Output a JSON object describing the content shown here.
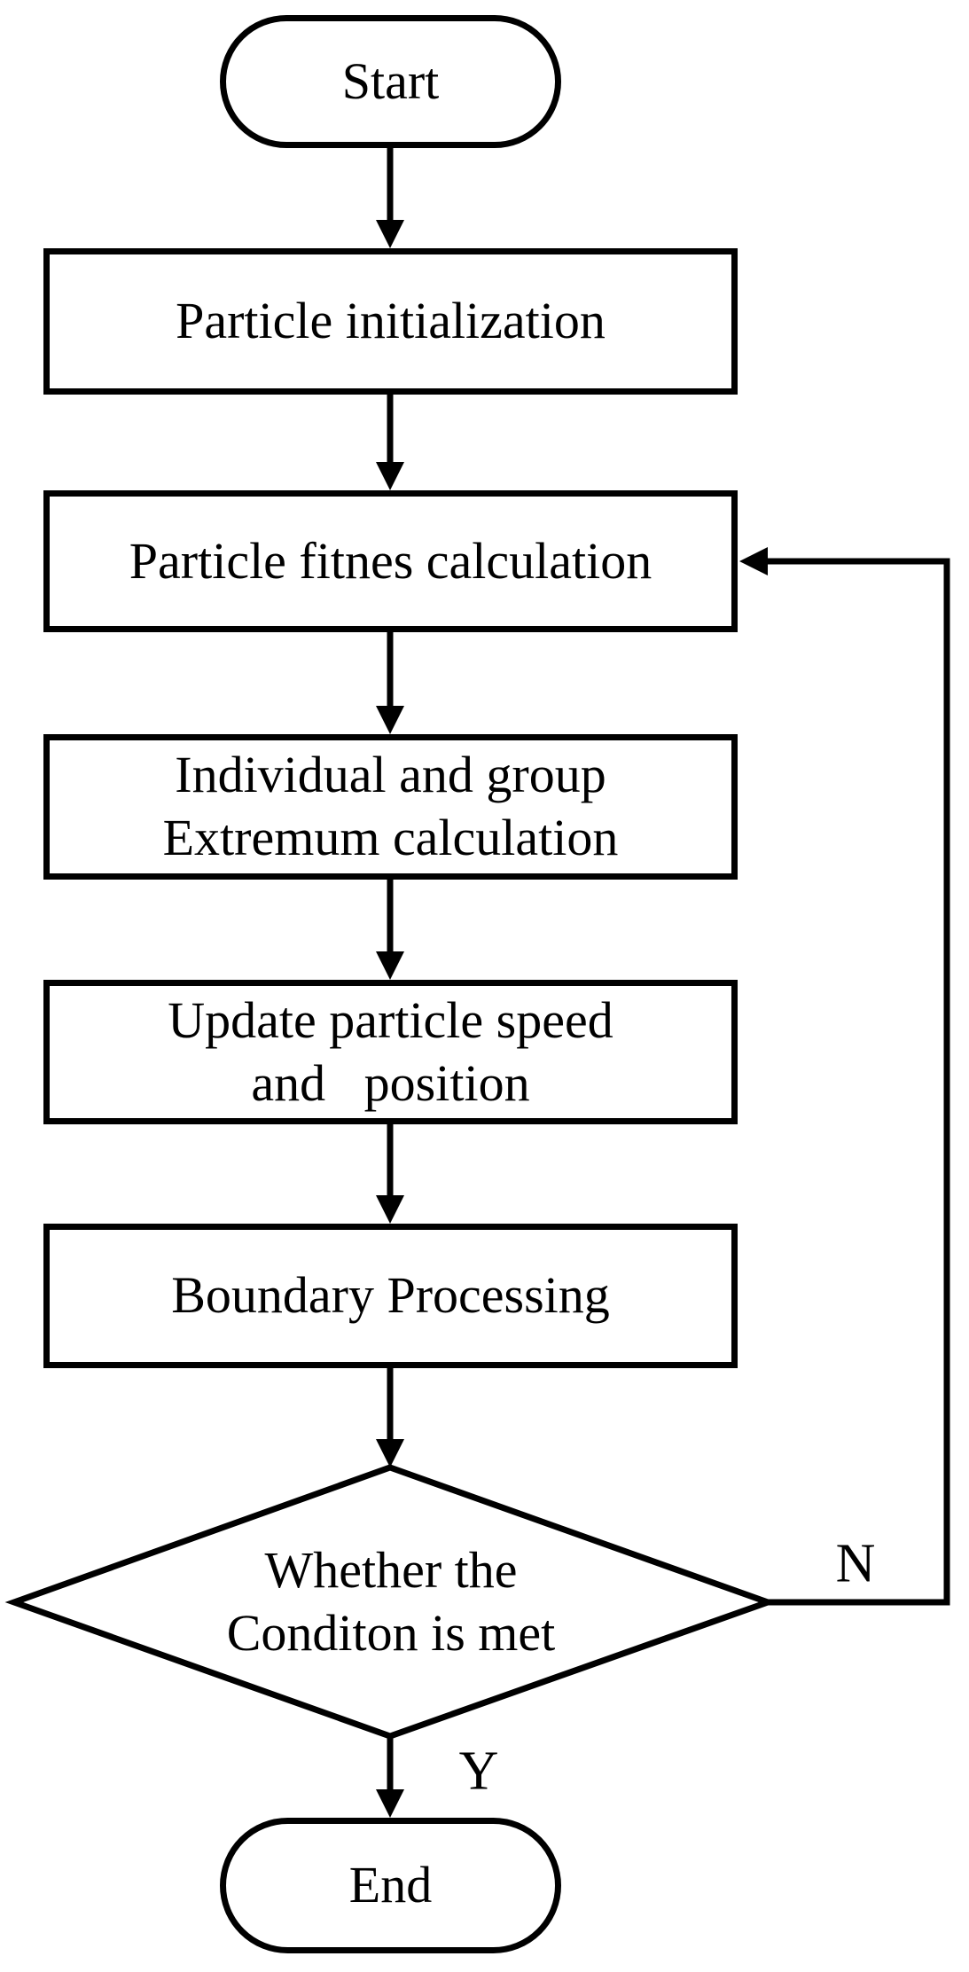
{
  "colors": {
    "ink": "#000000",
    "paper": "#ffffff"
  },
  "nodes": {
    "start": {
      "label": "Start"
    },
    "particle_init": {
      "label": "Particle initialization"
    },
    "fitness_calc": {
      "label": "Particle fitnes calculation"
    },
    "extremum_calc": {
      "lines": [
        "Individual and group",
        "Extremum calculation"
      ]
    },
    "update_speed": {
      "lines": [
        "Update particle speed",
        "and   position"
      ]
    },
    "boundary": {
      "label": "Boundary Processing"
    },
    "decision": {
      "lines": [
        "Whether the",
        "Conditon is met"
      ]
    },
    "end": {
      "label": "End"
    }
  },
  "branch_labels": {
    "no": "N",
    "yes": "Y"
  }
}
